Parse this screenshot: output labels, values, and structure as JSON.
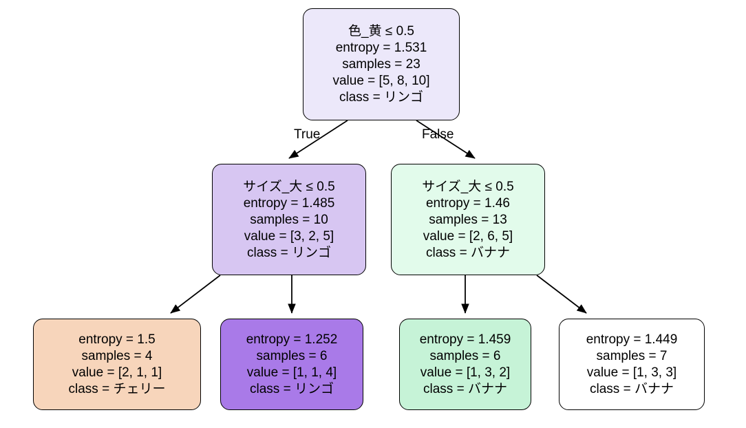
{
  "figure": {
    "type": "decision-tree",
    "background_color": "#ffffff",
    "border_color": "#000000",
    "text_color": "#000000"
  },
  "edge_labels": {
    "true": "True",
    "false": "False"
  },
  "chart_data": {
    "type": "diagram",
    "diagram_type": "decision_tree",
    "criterion": "entropy",
    "classes": [
      "チェリー",
      "バナナ",
      "リンゴ"
    ],
    "features": [
      "色_黄",
      "サイズ_大"
    ],
    "total_samples": 23,
    "edge_labels": [
      "True",
      "False"
    ],
    "nodes": [
      {
        "id": "root",
        "depth": 0,
        "condition": "色_黄 ≤ 0.5",
        "entropy": "entropy = 1.531",
        "samples": "samples = 23",
        "value": "value = [5, 8, 10]",
        "class": "class = リンゴ",
        "entropy_num": 1.531,
        "samples_num": 23,
        "value_num": [
          5,
          8,
          10
        ],
        "class_name": "リンゴ",
        "fill": "#ece8fa"
      },
      {
        "id": "left",
        "depth": 1,
        "condition": "サイズ_大 ≤ 0.5",
        "entropy": "entropy = 1.485",
        "samples": "samples = 10",
        "value": "value = [3, 2, 5]",
        "class": "class = リンゴ",
        "entropy_num": 1.485,
        "samples_num": 10,
        "value_num": [
          3,
          2,
          5
        ],
        "class_name": "リンゴ",
        "fill": "#d7c6f2"
      },
      {
        "id": "right",
        "depth": 1,
        "condition": "サイズ_大 ≤ 0.5",
        "entropy": "entropy = 1.46",
        "samples": "samples = 13",
        "value": "value = [2, 6, 5]",
        "class": "class = バナナ",
        "entropy_num": 1.46,
        "samples_num": 13,
        "value_num": [
          2,
          6,
          5
        ],
        "class_name": "バナナ",
        "fill": "#e2fbeb"
      },
      {
        "id": "leaf1",
        "depth": 2,
        "condition": "",
        "entropy": "entropy = 1.5",
        "samples": "samples = 4",
        "value": "value = [2, 1, 1]",
        "class": "class = チェリー",
        "entropy_num": 1.5,
        "samples_num": 4,
        "value_num": [
          2,
          1,
          1
        ],
        "class_name": "チェリー",
        "fill": "#f7d5bb"
      },
      {
        "id": "leaf2",
        "depth": 2,
        "condition": "",
        "entropy": "entropy = 1.252",
        "samples": "samples = 6",
        "value": "value = [1, 1, 4]",
        "class": "class = リンゴ",
        "entropy_num": 1.252,
        "samples_num": 6,
        "value_num": [
          1,
          1,
          4
        ],
        "class_name": "リンゴ",
        "fill": "#a97ae8"
      },
      {
        "id": "leaf3",
        "depth": 2,
        "condition": "",
        "entropy": "entropy = 1.459",
        "samples": "samples = 6",
        "value": "value = [1, 3, 2]",
        "class": "class = バナナ",
        "entropy_num": 1.459,
        "samples_num": 6,
        "value_num": [
          1,
          3,
          2
        ],
        "class_name": "バナナ",
        "fill": "#c6f3d7"
      },
      {
        "id": "leaf4",
        "depth": 2,
        "condition": "",
        "entropy": "entropy = 1.449",
        "samples": "samples = 7",
        "value": "value = [1, 3, 3]",
        "class": "class = バナナ",
        "entropy_num": 1.449,
        "samples_num": 7,
        "value_num": [
          1,
          3,
          3
        ],
        "class_name": "バナナ",
        "fill": "#ffffff"
      }
    ],
    "edges": [
      {
        "from": "root",
        "to": "left",
        "label": "True"
      },
      {
        "from": "root",
        "to": "right",
        "label": "False"
      },
      {
        "from": "left",
        "to": "leaf1",
        "label": ""
      },
      {
        "from": "left",
        "to": "leaf2",
        "label": ""
      },
      {
        "from": "right",
        "to": "leaf3",
        "label": ""
      },
      {
        "from": "right",
        "to": "leaf4",
        "label": ""
      }
    ]
  }
}
